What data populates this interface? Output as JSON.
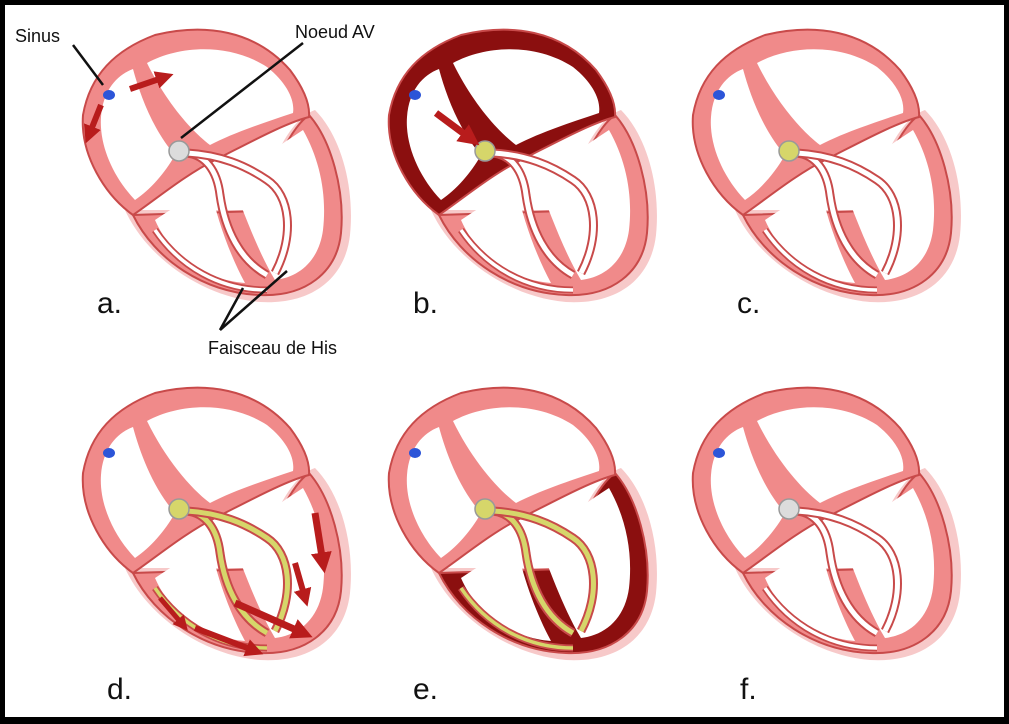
{
  "annotations": {
    "sinus": "Sinus",
    "noeud_av": "Noeud AV",
    "faisceau": "Faisceau de His"
  },
  "panels": [
    {
      "id": "a",
      "label": "a.",
      "node_color": "#dcdcdc",
      "bundle_color": "#ffffff",
      "atria_color": "#f08a8a",
      "ventricle_color": "#f08a8a",
      "show_atria_arrows": true,
      "show_node_arrow": false,
      "show_vent_arrows": false
    },
    {
      "id": "b",
      "label": "b.",
      "node_color": "#d6d66a",
      "bundle_color": "#ffffff",
      "atria_color": "#8b0f0f",
      "ventricle_color": "#f08a8a",
      "show_atria_arrows": false,
      "show_node_arrow": true,
      "show_vent_arrows": false
    },
    {
      "id": "c",
      "label": "c.",
      "node_color": "#d6d66a",
      "bundle_color": "#ffffff",
      "atria_color": "#f08a8a",
      "ventricle_color": "#f08a8a",
      "show_atria_arrows": false,
      "show_node_arrow": false,
      "show_vent_arrows": false
    },
    {
      "id": "d",
      "label": "d.",
      "node_color": "#d6d66a",
      "bundle_color": "#d6d66a",
      "atria_color": "#f08a8a",
      "ventricle_color": "#f08a8a",
      "show_atria_arrows": false,
      "show_node_arrow": false,
      "show_vent_arrows": true
    },
    {
      "id": "e",
      "label": "e.",
      "node_color": "#d6d66a",
      "bundle_color": "#d6d66a",
      "atria_color": "#f08a8a",
      "ventricle_color": "#8b0f0f",
      "show_atria_arrows": false,
      "show_node_arrow": false,
      "show_vent_arrows": false
    },
    {
      "id": "f",
      "label": "f.",
      "node_color": "#dcdcdc",
      "bundle_color": "#ffffff",
      "atria_color": "#f08a8a",
      "ventricle_color": "#f08a8a",
      "show_atria_arrows": false,
      "show_node_arrow": false,
      "show_vent_arrows": false
    }
  ],
  "colors": {
    "sinus_node": "#2c55d8",
    "arrow": "#b81c1c",
    "chamber_fill": "#ffffff",
    "outline": "#c84a4a",
    "glow": "#f7c9c9"
  }
}
